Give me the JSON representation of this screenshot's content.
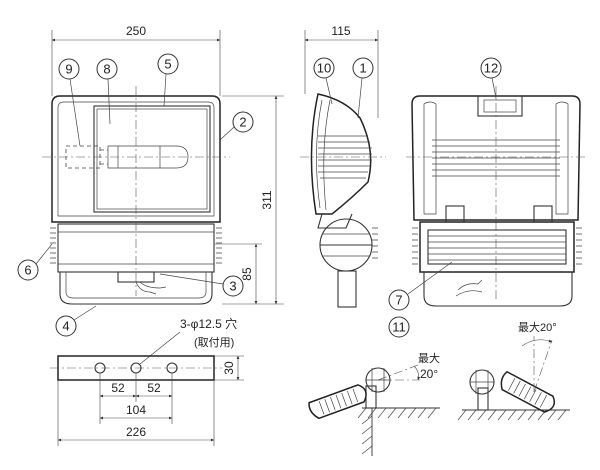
{
  "dimensions": {
    "front_width": "250",
    "side_depth": "115",
    "height": "311",
    "lower_height": "85",
    "bracket_height": "30",
    "hole_pitch_left": "52",
    "hole_pitch_right": "52",
    "hole_span": "104",
    "bracket_width": "226"
  },
  "annotations": {
    "hole_spec": "3-φ12.5 穴",
    "hole_purpose": "(取付用)",
    "max_label": "最大",
    "max_angle": "20°",
    "max_angle_combined": "最大20°"
  },
  "callouts": [
    "1",
    "2",
    "3",
    "4",
    "5",
    "6",
    "7",
    "8",
    "9",
    "10",
    "11",
    "12"
  ]
}
